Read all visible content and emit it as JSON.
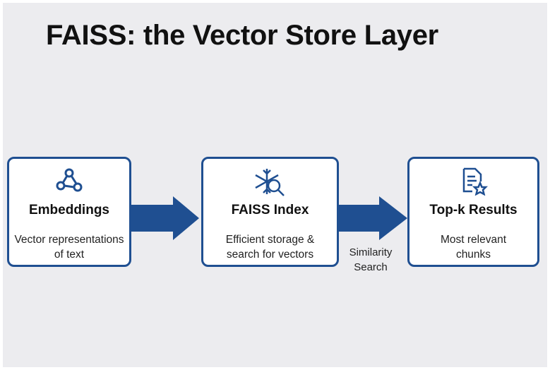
{
  "title": "FAISS: the Vector Store Layer",
  "nodes": [
    {
      "label": "Embeddings",
      "description_lines": [
        "Vector representations",
        "of text"
      ],
      "icon": "graph-nodes-icon"
    },
    {
      "label": "FAISS Index",
      "description_lines": [
        "Efficient storage &",
        "search for vectors"
      ],
      "icon": "snowflake-search-icon"
    },
    {
      "label": "Top-k Results",
      "description_lines": [
        "Most relevant",
        "chunks"
      ],
      "icon": "document-star-icon"
    }
  ],
  "edges": [
    {
      "from": "Embeddings",
      "to": "FAISS Index",
      "label": ""
    },
    {
      "from": "FAISS Index",
      "to": "Top-k Results",
      "label_lines": [
        "Similarity",
        "Search"
      ]
    }
  ],
  "colors": {
    "accent": "#1f4f91",
    "background": "#ececef"
  }
}
